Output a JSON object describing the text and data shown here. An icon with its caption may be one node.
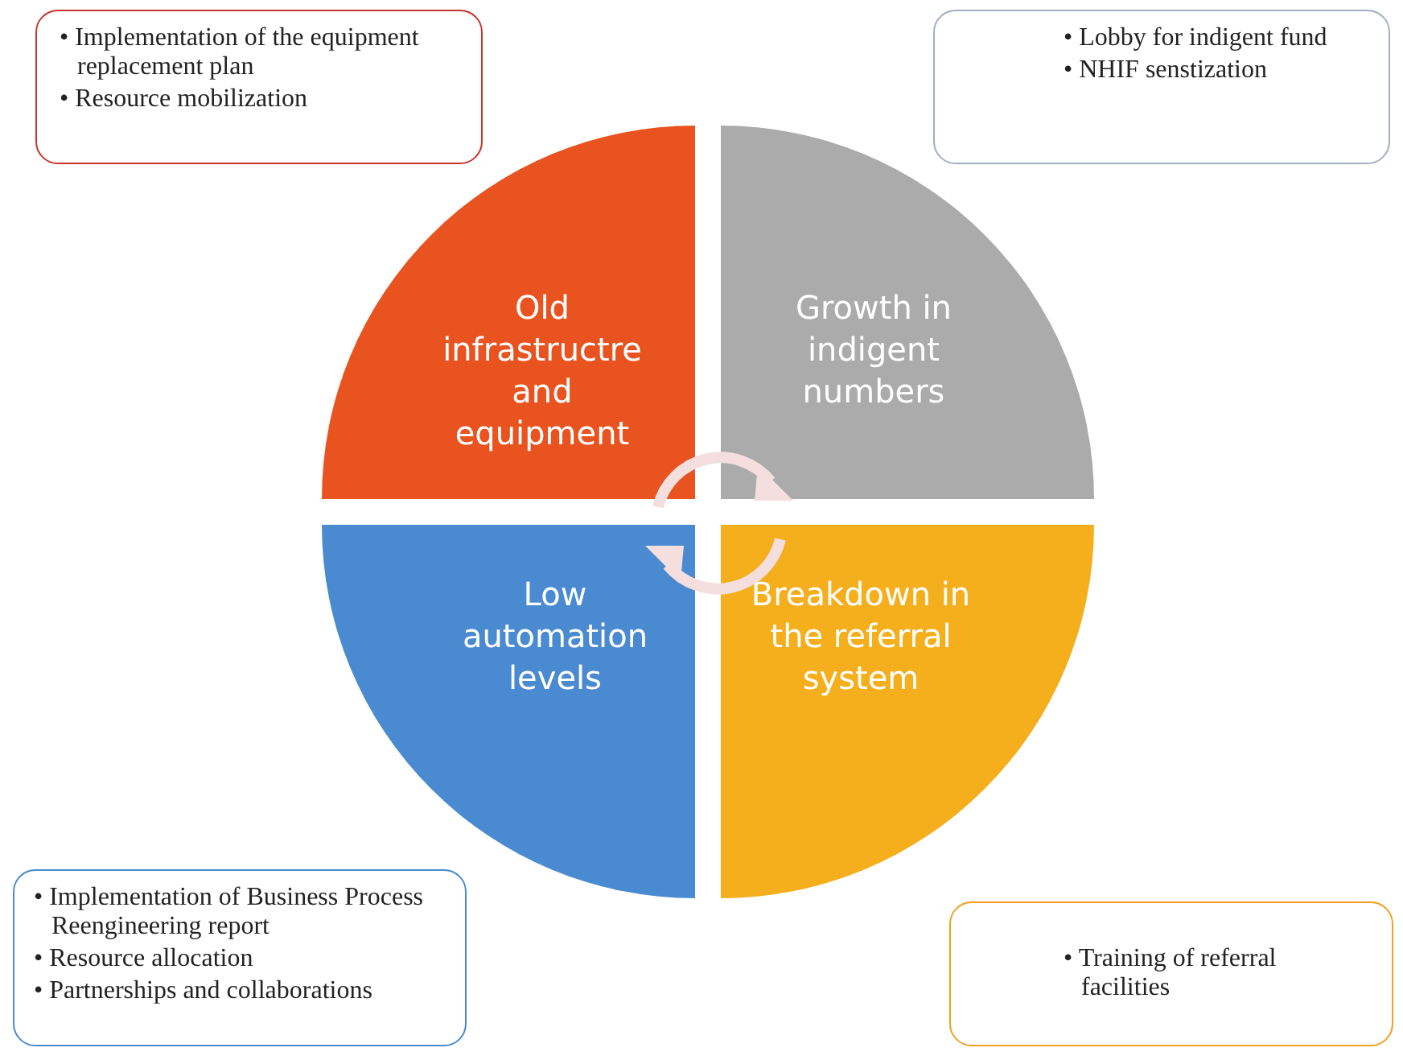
{
  "diagram": {
    "nodes": [
      {
        "text": [
          "• Implementation of the equipment replacement plan",
          "• Resource mobilization"
        ]
      },
      {
        "text": [
          "• Lobby for indigent fund",
          "• NHIF senstization"
        ]
      },
      {
        "text": [
          "Old infrastructre and equipment"
        ]
      },
      {
        "text": [
          "Growth in indigent numbers"
        ]
      },
      {
        "text": [
          "Low automation levels"
        ]
      },
      {
        "text": [
          "Breakdown in the referral system"
        ]
      },
      {
        "text": [
          "• Implementation of Business Process Reengineering report",
          "• Resource allocation",
          "• Partnerships and collaborations"
        ]
      },
      {
        "text": [
          "• Training of referral facilities"
        ]
      }
    ],
    "edges": []
  }
}
